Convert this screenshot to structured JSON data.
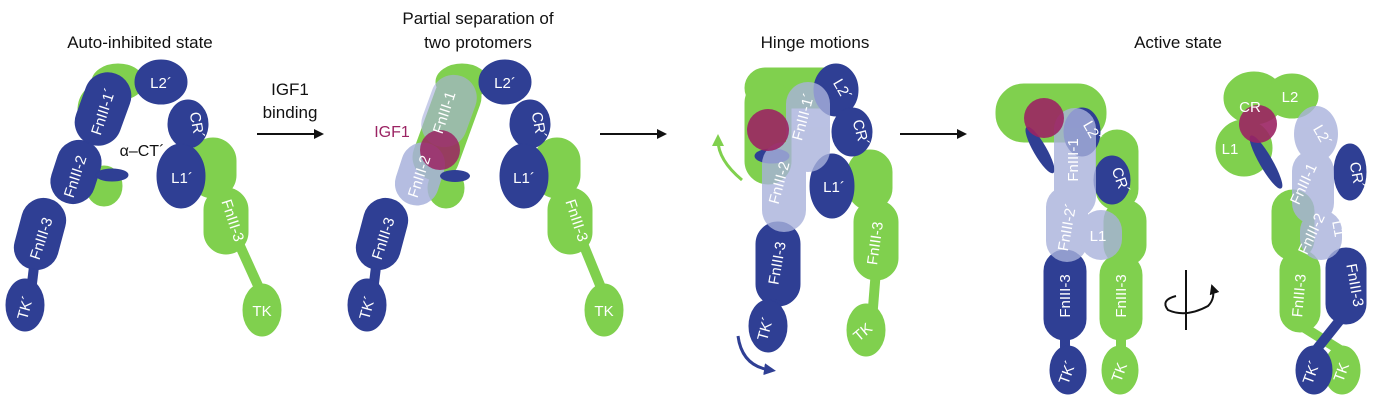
{
  "colors": {
    "blue": "#2f3f94",
    "green": "#80d04e",
    "pale_blue": "#a9b2dc",
    "igf1": "#9b2363",
    "arrow": "#111111"
  },
  "stages": [
    {
      "title": "Auto-inhibited state"
    },
    {
      "title_line1": "Partial separation of",
      "title_line2": "two protomers"
    },
    {
      "title": "Hinge motions"
    },
    {
      "title": "Active state"
    }
  ],
  "arrow_labels": {
    "line1": "IGF1",
    "line2": "binding"
  },
  "ligand_label": "IGF1",
  "domain_labels": {
    "fn1p": "FnIII-1´",
    "fn1": "FnIII-1",
    "fn2": "FnIII-2",
    "fn2p": "FnIII-2´",
    "fn3": "FnIII-3",
    "fn3p": "FnIII-3´",
    "l1": "L1",
    "l1p": "L1´",
    "l2": "L2",
    "l2p": "L2´",
    "cr": "CR",
    "crp": "CR´",
    "tk": "TK",
    "tkp": "TK´",
    "act": "α–CT´"
  },
  "icons": [
    "forward-arrow-icon",
    "rotation-arrow-icon",
    "curved-motion-arrow-icon"
  ]
}
